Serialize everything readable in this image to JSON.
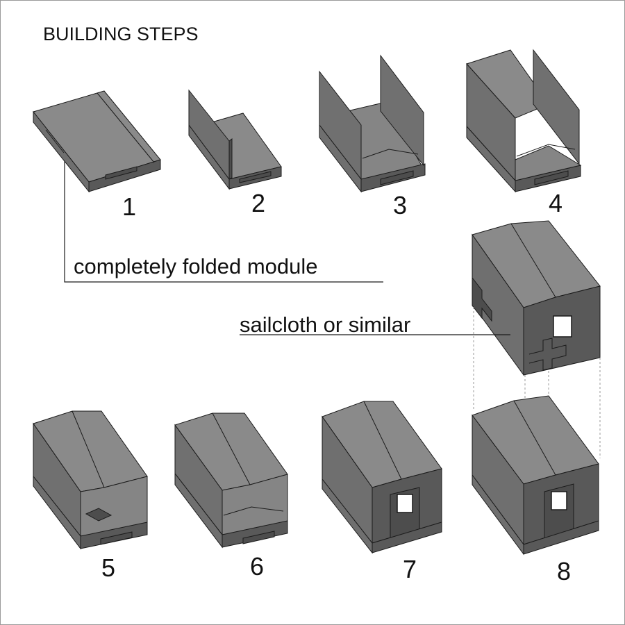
{
  "title": "BUILDING STEPS",
  "steps": [
    {
      "number": "1"
    },
    {
      "number": "2"
    },
    {
      "number": "3"
    },
    {
      "number": "4"
    },
    {
      "number": "5"
    },
    {
      "number": "6"
    },
    {
      "number": "7"
    },
    {
      "number": "8"
    }
  ],
  "callouts": {
    "folded": "completely folded module",
    "sailcloth": "sailcloth or similar"
  }
}
